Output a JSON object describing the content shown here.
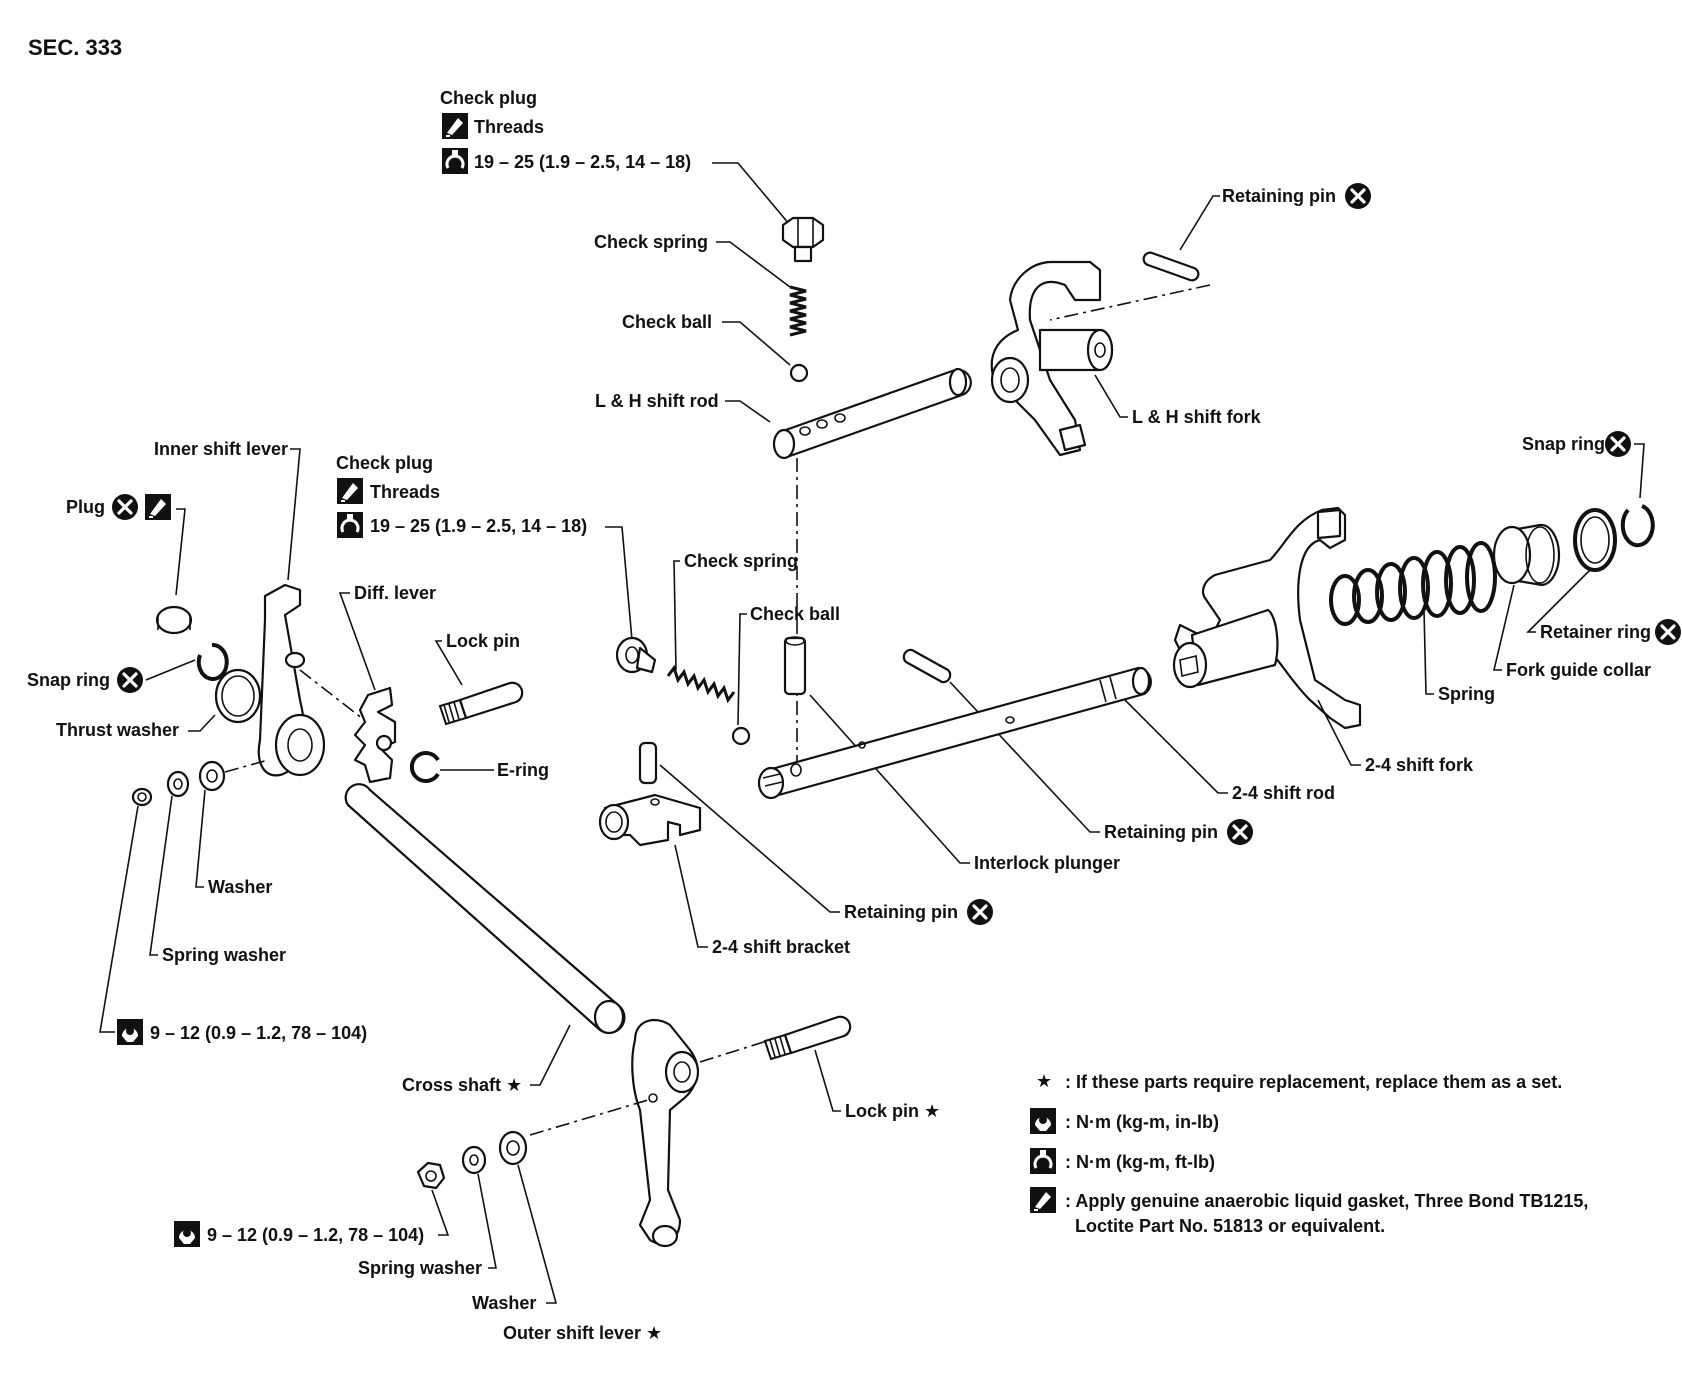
{
  "section": "SEC. 333",
  "labels": {
    "check_plug_top": "Check plug",
    "threads_top": "Threads",
    "torque_check_plug_top": "19 – 25 (1.9 – 2.5, 14 – 18)",
    "check_spring_top": "Check spring",
    "check_ball_top": "Check ball",
    "lh_shift_rod": "L & H shift rod",
    "retaining_pin_top": "Retaining pin",
    "lh_shift_fork": "L & H shift fork",
    "inner_shift_lever": "Inner shift lever",
    "check_plug_mid": "Check plug",
    "threads_mid": "Threads",
    "torque_check_plug_mid": "19 – 25 (1.9 – 2.5, 14 – 18)",
    "plug": "Plug",
    "diff_lever": "Diff. lever",
    "lock_pin_upper": "Lock pin",
    "check_spring_mid": "Check spring",
    "check_ball_mid": "Check ball",
    "snap_ring_left": "Snap ring",
    "thrust_washer": "Thrust washer",
    "e_ring": "E-ring",
    "snap_ring_right": "Snap ring",
    "retainer_ring": "Retainer ring",
    "fork_guide_collar": "Fork guide collar",
    "spring": "Spring",
    "shift_fork_24": "2-4 shift fork",
    "shift_rod_24": "2-4 shift rod",
    "retaining_pin_mid": "Retaining pin",
    "interlock_plunger": "Interlock plunger",
    "retaining_pin_low": "Retaining pin",
    "shift_bracket_24": "2-4 shift bracket",
    "washer_left": "Washer",
    "spring_washer_left": "Spring washer",
    "torque_nut_left": "9 – 12 (0.9 – 1.2, 78 – 104)",
    "cross_shaft": "Cross shaft ★",
    "lock_pin_lower": "Lock pin ★",
    "torque_nut_bottom": "9 – 12 (0.9 – 1.2, 78 – 104)",
    "spring_washer_bottom": "Spring washer",
    "washer_bottom": "Washer",
    "outer_shift_lever": "Outer shift lever ★"
  },
  "legend": {
    "star_symbol": "★",
    "star_note": ": If these parts require replacement, replace them as a set.",
    "torque_inlb": ": N·m (kg-m, in-lb)",
    "torque_ftlb": ": N·m (kg-m, ft-lb)",
    "gasket_line1": ": Apply genuine anaerobic liquid gasket, Three Bond TB1215,",
    "gasket_line2": "Loctite Part No. 51813 or equivalent."
  },
  "icons": [
    "replace-x-icon",
    "sealant-icon",
    "torque-wrench-icon",
    "torque-open-icon",
    "star-icon"
  ]
}
